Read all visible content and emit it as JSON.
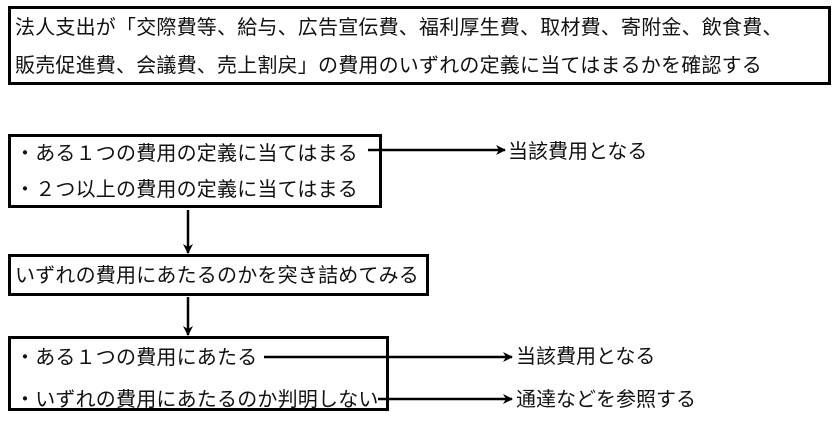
{
  "header_box": {
    "lines": [
      "法人支出が「交際費等、給与、広告宣伝費、福利厚生費、取材費、寄附金、飲食費、",
      "販売促進費、会議費、売上割戻」の費用のいずれの定義に当てはまるかを確認する"
    ]
  },
  "step1": {
    "items": [
      "・ある１つの費用の定義に当てはまる",
      "・２つ以上の費用の定義に当てはまる"
    ],
    "outcome": "当該費用となる"
  },
  "step2": {
    "text": "いずれの費用にあたるのかを突き詰めてみる"
  },
  "step3": {
    "items": [
      "・ある１つの費用にあたる",
      "・いずれの費用にあたるのか判明しない"
    ],
    "outcomes": [
      "当該費用となる",
      "通達などを参照する"
    ]
  },
  "colors": {
    "border": "#000000",
    "text": "#111111",
    "background": "#ffffff"
  }
}
